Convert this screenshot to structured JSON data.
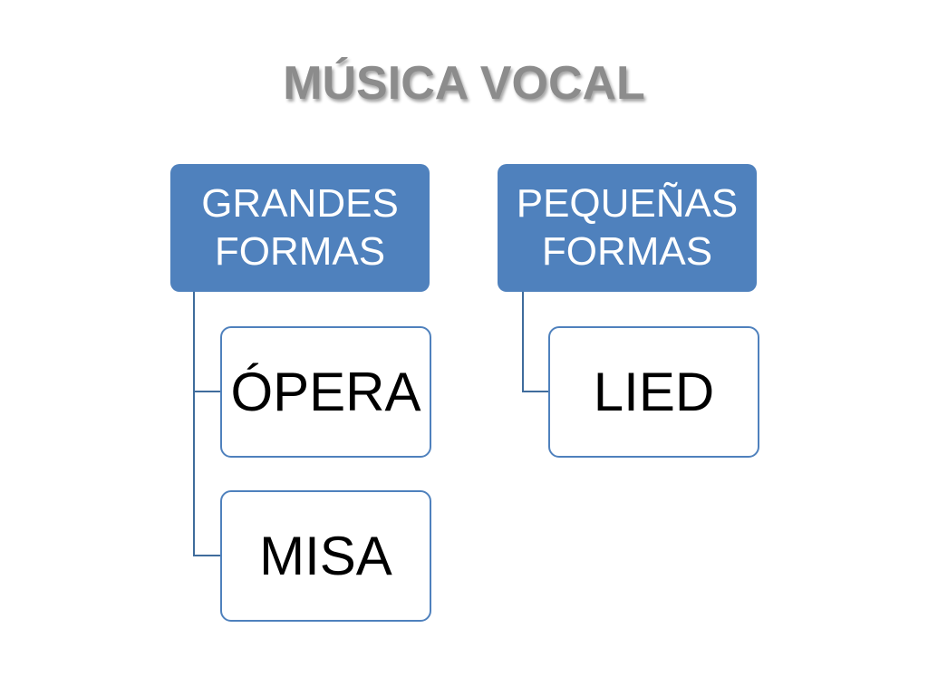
{
  "title": "MÚSICA VOCAL",
  "groups": [
    {
      "label": "GRANDES\nFORMAS",
      "children": [
        "ÓPERA",
        "MISA"
      ]
    },
    {
      "label": "PEQUEÑAS\nFORMAS",
      "children": [
        "LIED"
      ]
    }
  ],
  "colors": {
    "header_fill": "#4f81bd",
    "child_border": "#4f81bd",
    "connector": "#3f6c9c",
    "title": "#8c8c8c"
  }
}
